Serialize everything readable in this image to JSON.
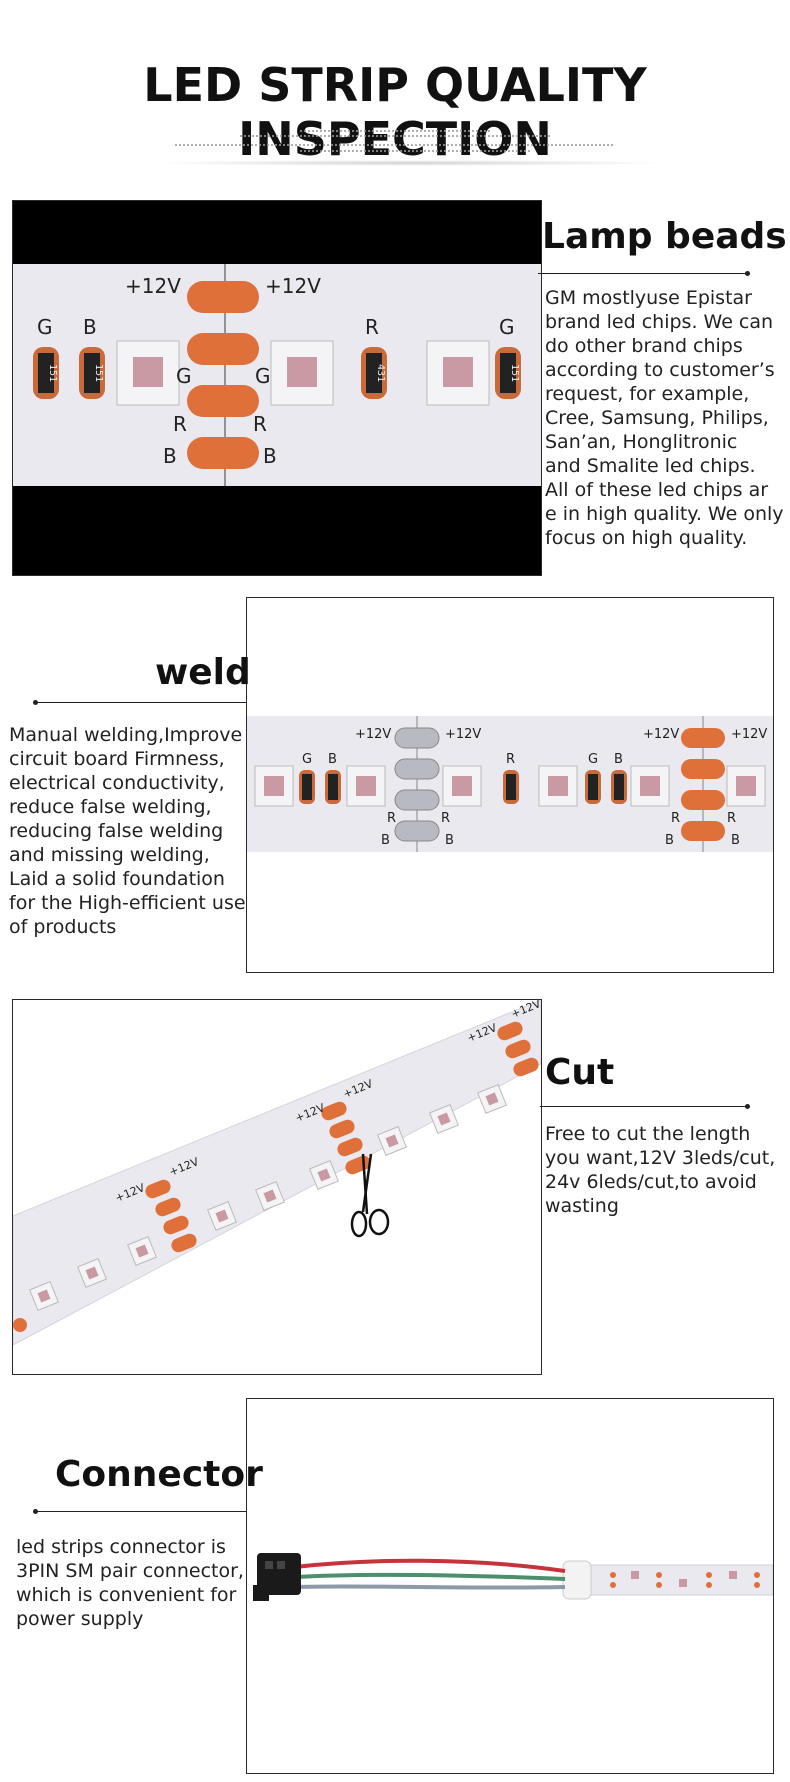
{
  "page": {
    "title": "LED STRIP QUALITY INSPECTION"
  },
  "strip_labels": {
    "plus12v": "+12V",
    "g": "G",
    "b": "B",
    "r": "R",
    "chip_code": "151",
    "chip_code_alt": "431"
  },
  "sections": [
    {
      "id": "lamp-beads",
      "heading": "Lamp beads",
      "lines": [
        "GM mostlyuse Epistar",
        "brand led chips. We can",
        "do other brand chips",
        "according to customer’s",
        "request, for example,",
        "Cree, Samsung, Philips,",
        "San’an, Honglitronic",
        "and Smalite led chips.",
        "All of these led chips ar",
        "e in high quality. We only",
        "focus on high quality."
      ]
    },
    {
      "id": "weld",
      "heading": "weld",
      "lines": [
        "Manual welding,Improve",
        "circuit board Firmness,",
        "electrical conductivity,",
        "reduce false welding,",
        "reducing false welding",
        "and missing welding,",
        "Laid a solid foundation",
        "for the High-efficient use",
        "of products"
      ]
    },
    {
      "id": "cut",
      "heading": "Cut",
      "lines": [
        "Free to cut the length",
        "you want,12V 3leds/cut,",
        "24v 6leds/cut,to avoid",
        "wasting"
      ]
    },
    {
      "id": "connector",
      "heading": "Connector",
      "lines": [
        "led strips connector is",
        "3PIN SM pair connector,",
        "which is convenient for",
        "power supply"
      ]
    }
  ],
  "colors": {
    "pad_orange": "#e0703a",
    "strip_white": "#e9e9ef",
    "frame_black": "#000000",
    "text_dark": "#222222"
  }
}
